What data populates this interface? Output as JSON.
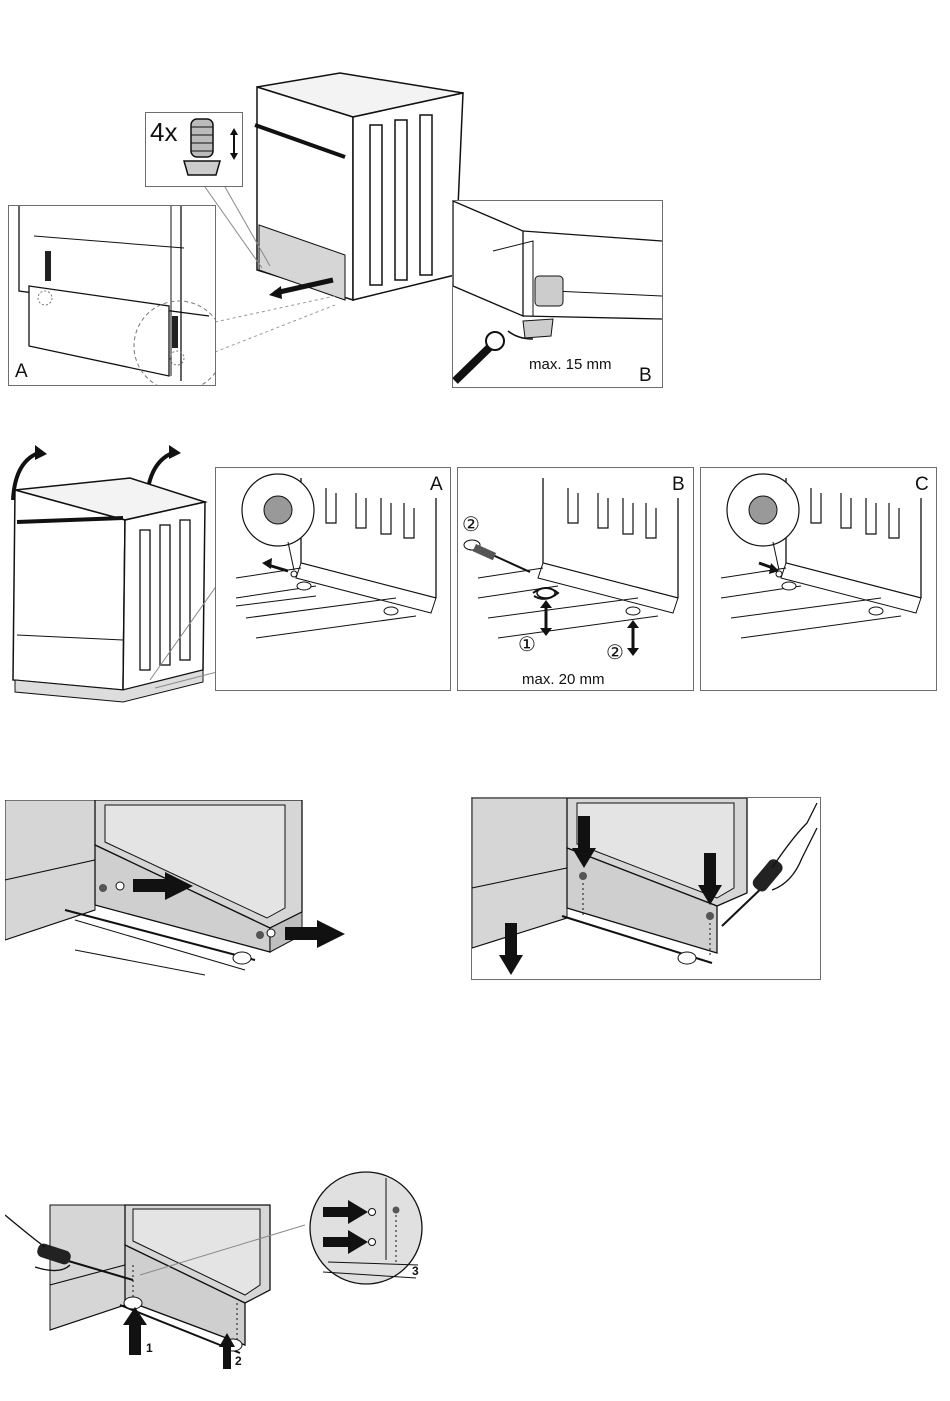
{
  "figure1": {
    "callout_count": "4x",
    "panel_a_letter": "A",
    "panel_b_letter": "B",
    "panel_b_caption": "max. 15 mm"
  },
  "figure2": {
    "panel_a_letter": "A",
    "panel_b_letter": "B",
    "panel_c_letter": "C",
    "step_1": "①",
    "step_2": "②",
    "panel_b_caption": "max. 20 mm"
  },
  "figure4": {
    "arrow_1": "1",
    "arrow_2": "2",
    "zoom_label_3": "3"
  },
  "colors": {
    "line": "#111111",
    "panel_border": "#6e6e6e",
    "shade": "#d6d6d6",
    "dark_shade": "#a8a8a8"
  }
}
